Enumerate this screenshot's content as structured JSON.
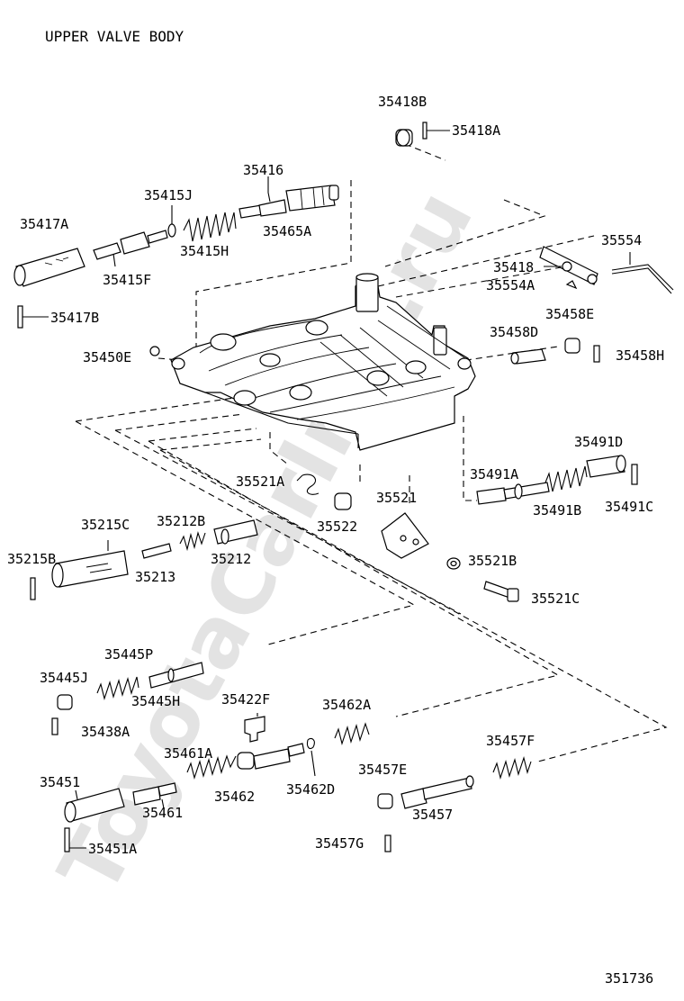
{
  "title": "UPPER VALVE BODY",
  "watermark": "ToyotaCarInfo.ru",
  "figure_number": "351736",
  "labels": {
    "p35418B": "35418B",
    "p35418A": "35418A",
    "p35416": "35416",
    "p35415J": "35415J",
    "p35417A": "35417A",
    "p35415H": "35415H",
    "p35465A": "35465A",
    "p35415F": "35415F",
    "p35554": "35554",
    "p35418": "35418",
    "p35554A": "35554A",
    "p35417B": "35417B",
    "p35458E": "35458E",
    "p35458D": "35458D",
    "p35450E": "35450E",
    "p35458H": "35458H",
    "p35491D": "35491D",
    "p35491A": "35491A",
    "p35521A": "35521A",
    "p35521": "35521",
    "p35491B": "35491B",
    "p35491C": "35491C",
    "p35522": "35522",
    "p35215C": "35215C",
    "p35212B": "35212B",
    "p35215B": "35215B",
    "p35213": "35213",
    "p35212": "35212",
    "p35521B": "35521B",
    "p35521C": "35521C",
    "p35445P": "35445P",
    "p35445J": "35445J",
    "p35445H": "35445H",
    "p35422F": "35422F",
    "p35462A": "35462A",
    "p35438A": "35438A",
    "p35457F": "35457F",
    "p35461A": "35461A",
    "p35457E": "35457E",
    "p35451": "35451",
    "p35462": "35462",
    "p35462D": "35462D",
    "p35461": "35461",
    "p35457": "35457",
    "p35451A": "35451A",
    "p35457G": "35457G"
  }
}
